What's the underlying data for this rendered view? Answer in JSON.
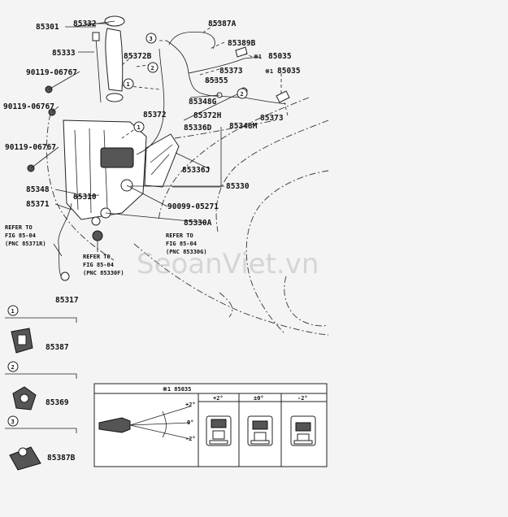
{
  "callouts": {
    "p1": "85301",
    "p2": "85332",
    "p3": "85387A",
    "p4": "85389B",
    "p5": "85333",
    "p6": "85372B",
    "p7": "85035",
    "p8": "85373",
    "p9": "85035",
    "p10": "90119-06767",
    "p11": "85355",
    "p12": "90119-06767",
    "p13": "85348G",
    "p14": "85372",
    "p15": "85372H",
    "p16": "85348M",
    "p17": "85373",
    "p18": "85336D",
    "p19": "90119-06767",
    "p20": "85336J",
    "p21": "85348",
    "p22": "85330",
    "p23": "85310",
    "p24": "85371",
    "p25": "90099-05271",
    "p26": "85330A",
    "p27": "85317"
  },
  "marks": {
    "star": "※1",
    "circle1": "1",
    "circle2": "2",
    "circle3": "3"
  },
  "refs": {
    "left_line1": "REFER TO",
    "left_line2": "FIG 85-04",
    "left_line3": "(PNC 85371R)",
    "mid_line1": "REFER TO",
    "mid_line2": "FIG 85-04",
    "mid_line3": "(PNC 85330F)",
    "right_line1": "REFER TO",
    "right_line2": "FIG 85-04",
    "right_line3": "(PNC 85330G)"
  },
  "legend": {
    "item1_num": "1",
    "item1_part": "85387",
    "item2_num": "2",
    "item2_part": "85369",
    "item3_num": "3",
    "item3_part": "85387B"
  },
  "table": {
    "header": "※1 85035",
    "col1": "+2°",
    "col2": "±0°",
    "col3": "-2°",
    "angle_top": "+2°",
    "angle_mid": "0°",
    "angle_bot": "-2°"
  },
  "watermark": "SeoanViet.vn"
}
